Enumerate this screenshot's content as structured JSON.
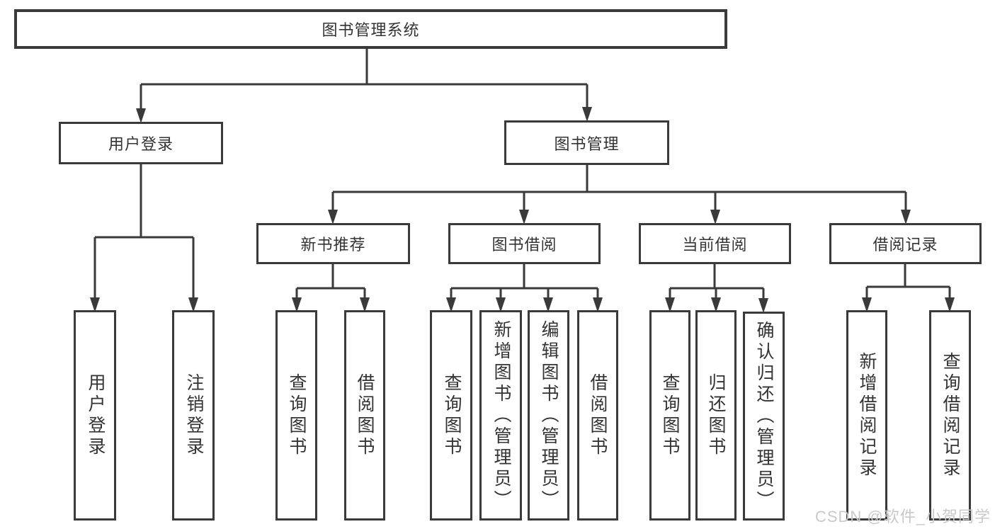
{
  "diagram": {
    "type": "hierarchy-tree",
    "hierarchy": {
      "图书管理系统": {
        "用户登录": [
          "用户登录",
          "注销登录"
        ],
        "图书管理": {
          "新书推荐": [
            "查询图书",
            "借阅图书"
          ],
          "图书借阅": [
            "查询图书",
            "新增图书（管理员）",
            "编辑图书（管理员）",
            "借阅图书"
          ],
          "当前借阅": [
            "查询图书",
            "归还图书",
            "确认归还（管理员）"
          ],
          "借阅记录": [
            "新增借阅记录",
            "查询借阅记录"
          ]
        }
      }
    }
  },
  "nodes": {
    "root": "图书管理系统",
    "user_login": "用户登录",
    "book_mgmt": "图书管理",
    "new_book_rec": "新书推荐",
    "book_borrow": "图书借阅",
    "current_borrow": "当前借阅",
    "borrow_record": "借阅记录",
    "login_user": "用户登录",
    "login_logout": "注销登录",
    "rec_query": "查询图书",
    "rec_borrow": "借阅图书",
    "bb_query": "查询图书",
    "bb_add": "新增图书（管理员）",
    "bb_edit": "编辑图书（管理员）",
    "bb_borrow": "借阅图书",
    "cb_query": "查询图书",
    "cb_return": "归还图书",
    "cb_confirm": "确认归还（管理员）",
    "br_add": "新增借阅记录",
    "br_query": "查询借阅记录"
  },
  "watermark": "CSDN @软件_小贺同学",
  "colors": {
    "line": "#3a3a3a",
    "text": "#333333",
    "background": "#ffffff",
    "watermark": "#c9c9c9"
  }
}
